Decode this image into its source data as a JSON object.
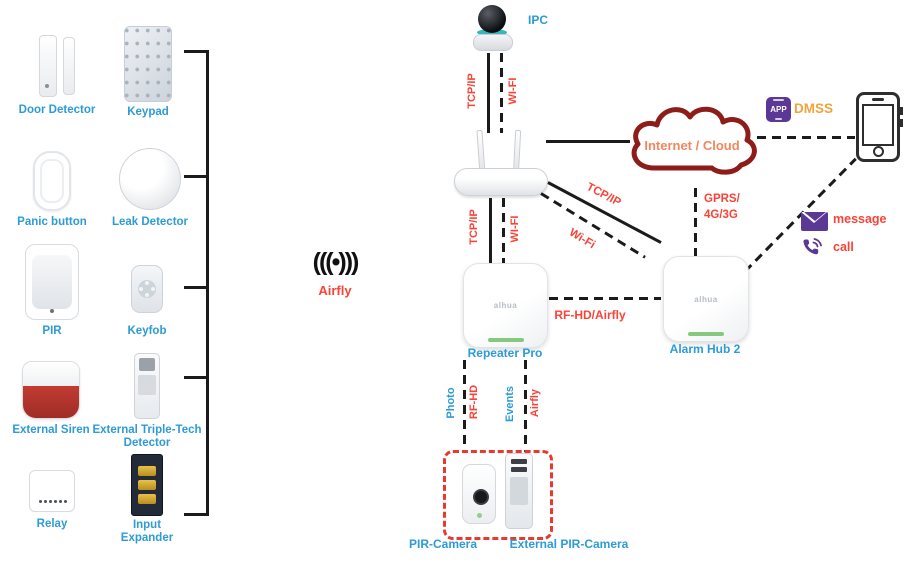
{
  "colors": {
    "label_blue": "#2D9BD5",
    "label_red": "#F94338",
    "dmss_orange": "#F2A33C",
    "cloud_text_orange": "#F1875F",
    "cloud_outline_maroon": "#8E1D1A",
    "icon_purple": "#5C3896",
    "connector_black": "#1B1B1B",
    "group_box_red": "#E8392F"
  },
  "left_panel": {
    "devices": [
      {
        "label": "Door Detector"
      },
      {
        "label": "Keypad"
      },
      {
        "label": "Panic button"
      },
      {
        "label": "Leak Detector"
      },
      {
        "label": "PIR"
      },
      {
        "label": "Keyfob"
      },
      {
        "label": "External Siren"
      },
      {
        "label": "External Triple-Tech Detector"
      },
      {
        "label": "Relay"
      },
      {
        "label": "Input Expander"
      }
    ]
  },
  "airfly": {
    "icon": "(((•)))",
    "label": "Airfly"
  },
  "diagram": {
    "ipc_label": "IPC",
    "cloud_label": "Internet / Cloud",
    "dmss_app_text": "APP",
    "dmss_label": "DMSS",
    "message_label": "message",
    "call_label": "call",
    "repeater_label": "Repeater Pro",
    "hub_label": "Alarm Hub 2",
    "pir_camera_label": "PIR-Camera",
    "external_pir_camera_label": "External PIR-Camera",
    "brand_text": "alhua",
    "links": {
      "ipc_router_solid": "TCP/IP",
      "ipc_router_dashed": "WI-FI",
      "router_repeater_solid": "TCP/IP",
      "router_repeater_dashed": "WI-FI",
      "router_hub_solid": "TCP/IP",
      "router_hub_dashed": "Wi-Fi",
      "cloud_hub_line1": "GPRS/",
      "cloud_hub_line2": "4G/3G",
      "repeater_hub": "RF-HD/Airfly",
      "repeater_cam_photo": "Photo",
      "repeater_cam_rfhd": "RF-HD",
      "repeater_cam_events": "Events",
      "repeater_cam_airfly": "Airfly"
    }
  }
}
